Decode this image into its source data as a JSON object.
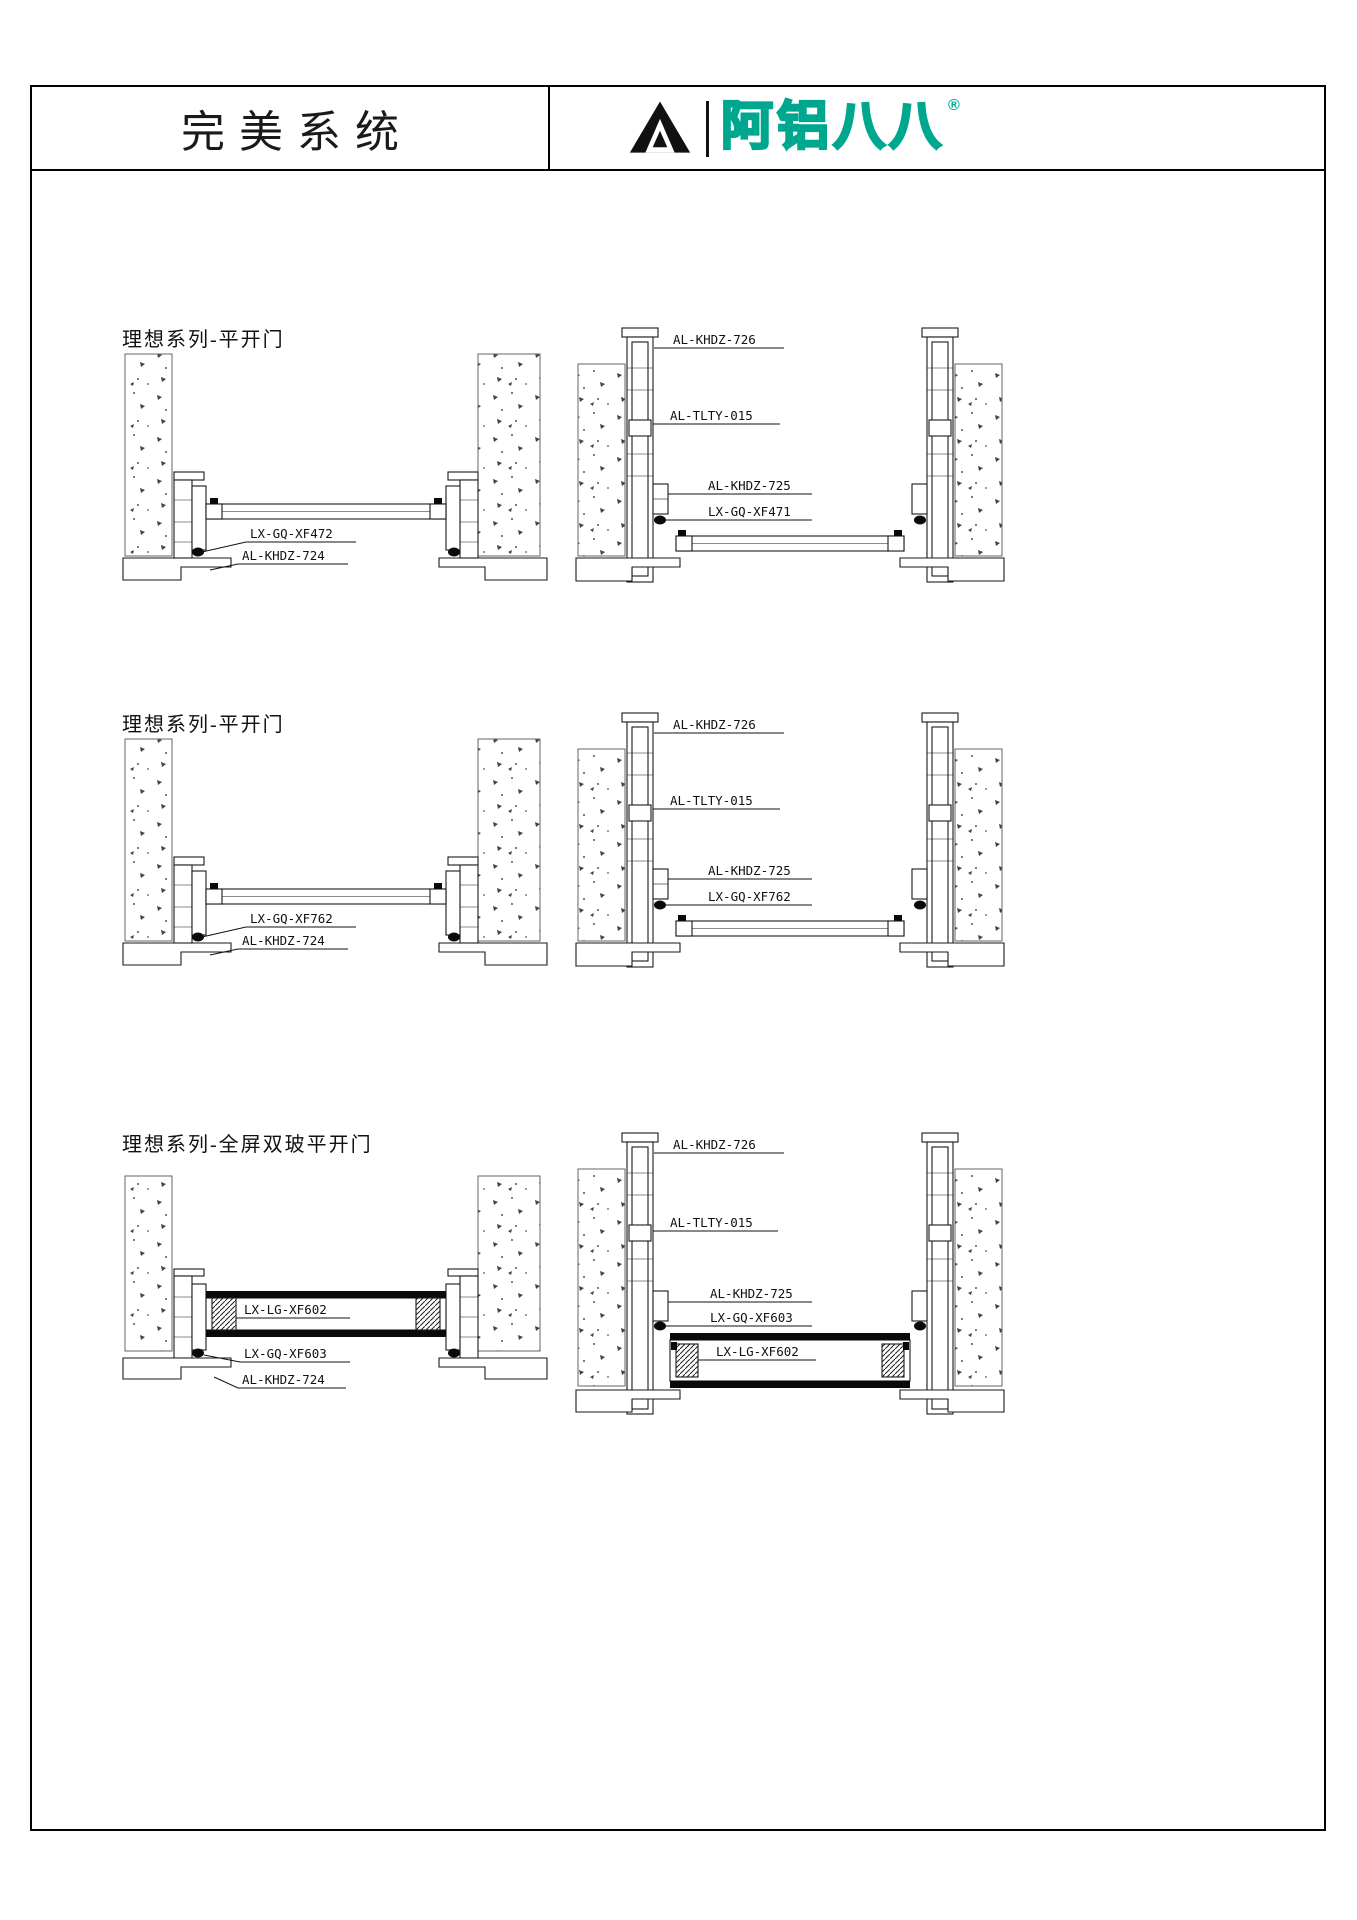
{
  "header": {
    "title": "完美系统",
    "logo_text": "阿铝八八",
    "logo_reg": "®",
    "brand_color": "#00a78f"
  },
  "sections": [
    {
      "title": "理想系列-平开门",
      "left": {
        "labels": [
          "LX-GQ-XF472",
          "AL-KHDZ-724"
        ]
      },
      "right": {
        "labels": [
          "AL-KHDZ-726",
          "AL-TLTY-015",
          "AL-KHDZ-725",
          "LX-GQ-XF471"
        ]
      }
    },
    {
      "title": "理想系列-平开门",
      "left": {
        "labels": [
          "LX-GQ-XF762",
          "AL-KHDZ-724"
        ]
      },
      "right": {
        "labels": [
          "AL-KHDZ-726",
          "AL-TLTY-015",
          "AL-KHDZ-725",
          "LX-GQ-XF762"
        ]
      }
    },
    {
      "title": "理想系列-全屏双玻平开门",
      "left": {
        "labels": [
          "LX-LG-XF602",
          "LX-GQ-XF603",
          "AL-KHDZ-724"
        ]
      },
      "right": {
        "labels": [
          "AL-KHDZ-726",
          "AL-TLTY-015",
          "AL-KHDZ-725",
          "LX-GQ-XF603",
          "LX-LG-XF602"
        ]
      }
    }
  ]
}
